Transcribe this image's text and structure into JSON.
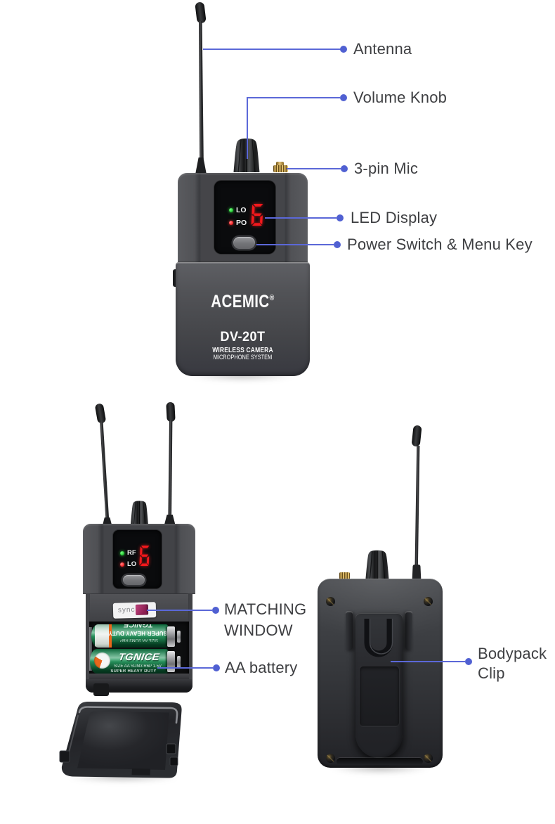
{
  "colors": {
    "background": "#ffffff",
    "callout_line": "#5b68d8",
    "callout_dot": "#5060d2",
    "label_text": "#3e3f42",
    "digit_red": "#f2181c",
    "led_green": "#2bd13a",
    "led_red": "#ff2d30",
    "battery_green": "#0e8f4e",
    "sync_button_magenta": "#a63066",
    "mic_connector_gold": "#d3ab55"
  },
  "callouts": {
    "antenna": "Antenna",
    "volume_knob": "Volume Knob",
    "mic_3pin": "3-pin Mic",
    "led_display": "LED Display",
    "power_switch": "Power Switch & Menu Key",
    "matching_window_line1": "MATCHING",
    "matching_window_line2": "WINDOW",
    "aa_battery": "AA battery",
    "bodypack_clip_line1": "Bodypack",
    "bodypack_clip_line2": "Clip"
  },
  "front_view": {
    "display": {
      "led1": "LO",
      "led2": "PO",
      "digit": "6"
    },
    "brand": "ACEMIC",
    "registered": "®",
    "model": "DV-20T",
    "subtitle1": "WIRELESS CAMERA",
    "subtitle2": "MICROPHONE SYSTEM"
  },
  "open_view": {
    "display": {
      "led1": "RF",
      "led2": "LO",
      "digit": "6"
    },
    "sync": "sync",
    "battery_top_text": "SUPER HEAVY DUTY",
    "battery_top_size": "SIZE AA SUM3 R6P",
    "battery_bottom_brand": "TGNICE",
    "battery_bottom_size": "SIZE AA SUM3 R6P 1.5V",
    "battery_bottom_text": "SUPER HEAVY DUTY"
  }
}
